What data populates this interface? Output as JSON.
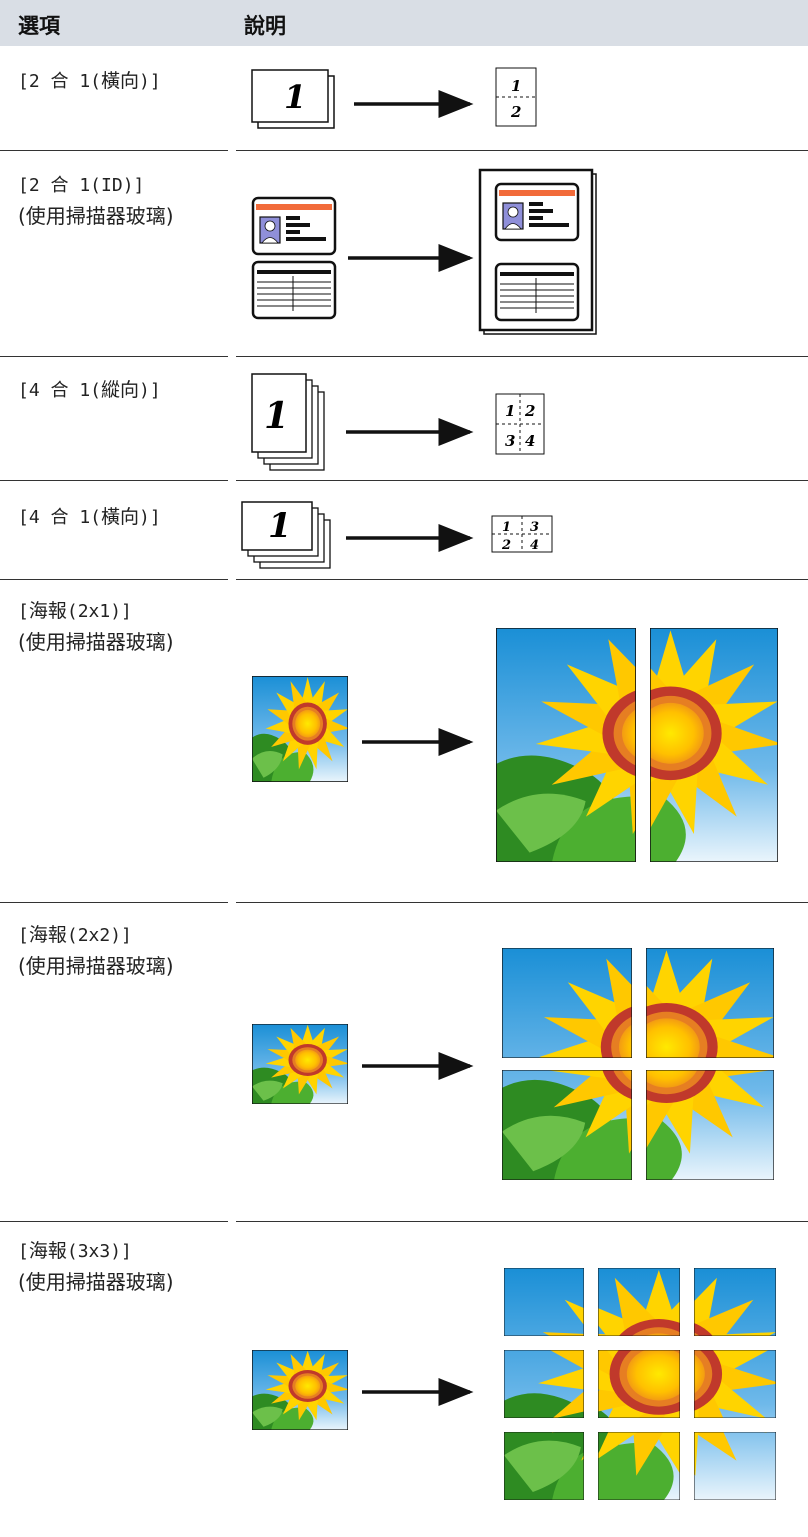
{
  "header": {
    "option_col": "選項",
    "desc_col": "說明"
  },
  "rows": [
    {
      "opt_prefix": "[2 合 1(",
      "opt_word": "橫向",
      "opt_suffix": ")]",
      "sub": ""
    },
    {
      "opt_prefix": "[2 合 1(ID)]",
      "opt_word": "",
      "opt_suffix": "",
      "sub": "(使用掃描器玻璃)"
    },
    {
      "opt_prefix": "[4 合 1(",
      "opt_word": "縱向",
      "opt_suffix": ")]",
      "sub": ""
    },
    {
      "opt_prefix": "[4 合 1(",
      "opt_word": "橫向",
      "opt_suffix": ")]",
      "sub": ""
    },
    {
      "opt_prefix": "[",
      "opt_word": "海報",
      "opt_suffix": "(2x1)]",
      "sub": "(使用掃描器玻璃)"
    },
    {
      "opt_prefix": "[",
      "opt_word": "海報",
      "opt_suffix": "(2x2)]",
      "sub": "(使用掃描器玻璃)"
    },
    {
      "opt_prefix": "[",
      "opt_word": "海報",
      "opt_suffix": "(3x3)]",
      "sub": "(使用掃描器玻璃)"
    }
  ],
  "figures": {
    "big_page_number": "1",
    "n2_landscape": [
      "1",
      "2"
    ],
    "n4_portrait": [
      "1",
      "2",
      "3",
      "4"
    ],
    "n4_landscape": [
      "1",
      "3",
      "2",
      "4"
    ]
  },
  "colors": {
    "header_bg": "#d9dee5",
    "card_orange": "#f26b3a",
    "sky_blue": "#1a8fd6",
    "petal_yellow": "#ffd400",
    "sun_red": "#c0392b",
    "leaf_green": "#3a9a2a"
  }
}
